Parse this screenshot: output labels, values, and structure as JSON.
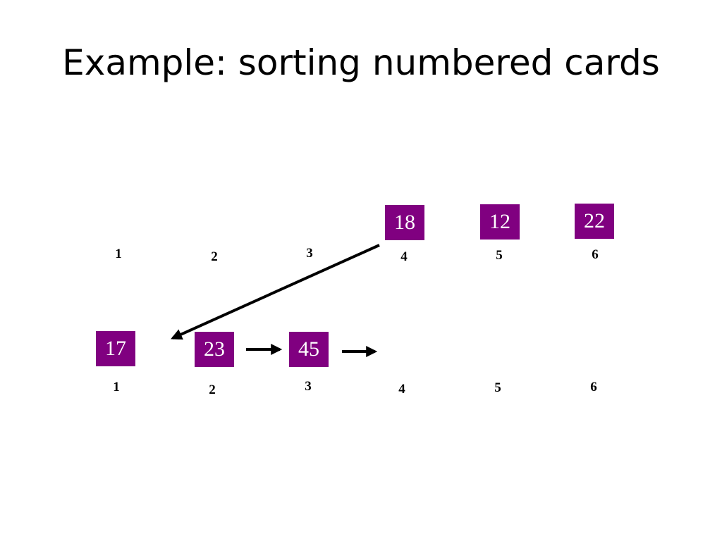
{
  "title": "Example: sorting numbered cards",
  "colors": {
    "card_fill": "#800080",
    "card_border": "#ffffff",
    "card_text": "#ffffff",
    "arrow": "#000000"
  },
  "top_row": {
    "positions": [
      "1",
      "2",
      "3",
      "4",
      "5",
      "6"
    ],
    "cards": [
      {
        "value": "18",
        "slot": "4"
      },
      {
        "value": "12",
        "slot": "5"
      },
      {
        "value": "22",
        "slot": "6"
      }
    ]
  },
  "bottom_row": {
    "positions": [
      "1",
      "2",
      "3",
      "4",
      "5",
      "6"
    ],
    "cards": [
      {
        "value": "17",
        "slot": "1"
      },
      {
        "value": "23",
        "slot": "2"
      },
      {
        "value": "45",
        "slot": "3"
      }
    ]
  },
  "arrows": [
    {
      "from": "card 18",
      "to": "slot 1 of bottom row"
    },
    {
      "from": "card 23",
      "to": "card 45"
    },
    {
      "from": "card 45",
      "to": "slot 4 of bottom row"
    }
  ]
}
